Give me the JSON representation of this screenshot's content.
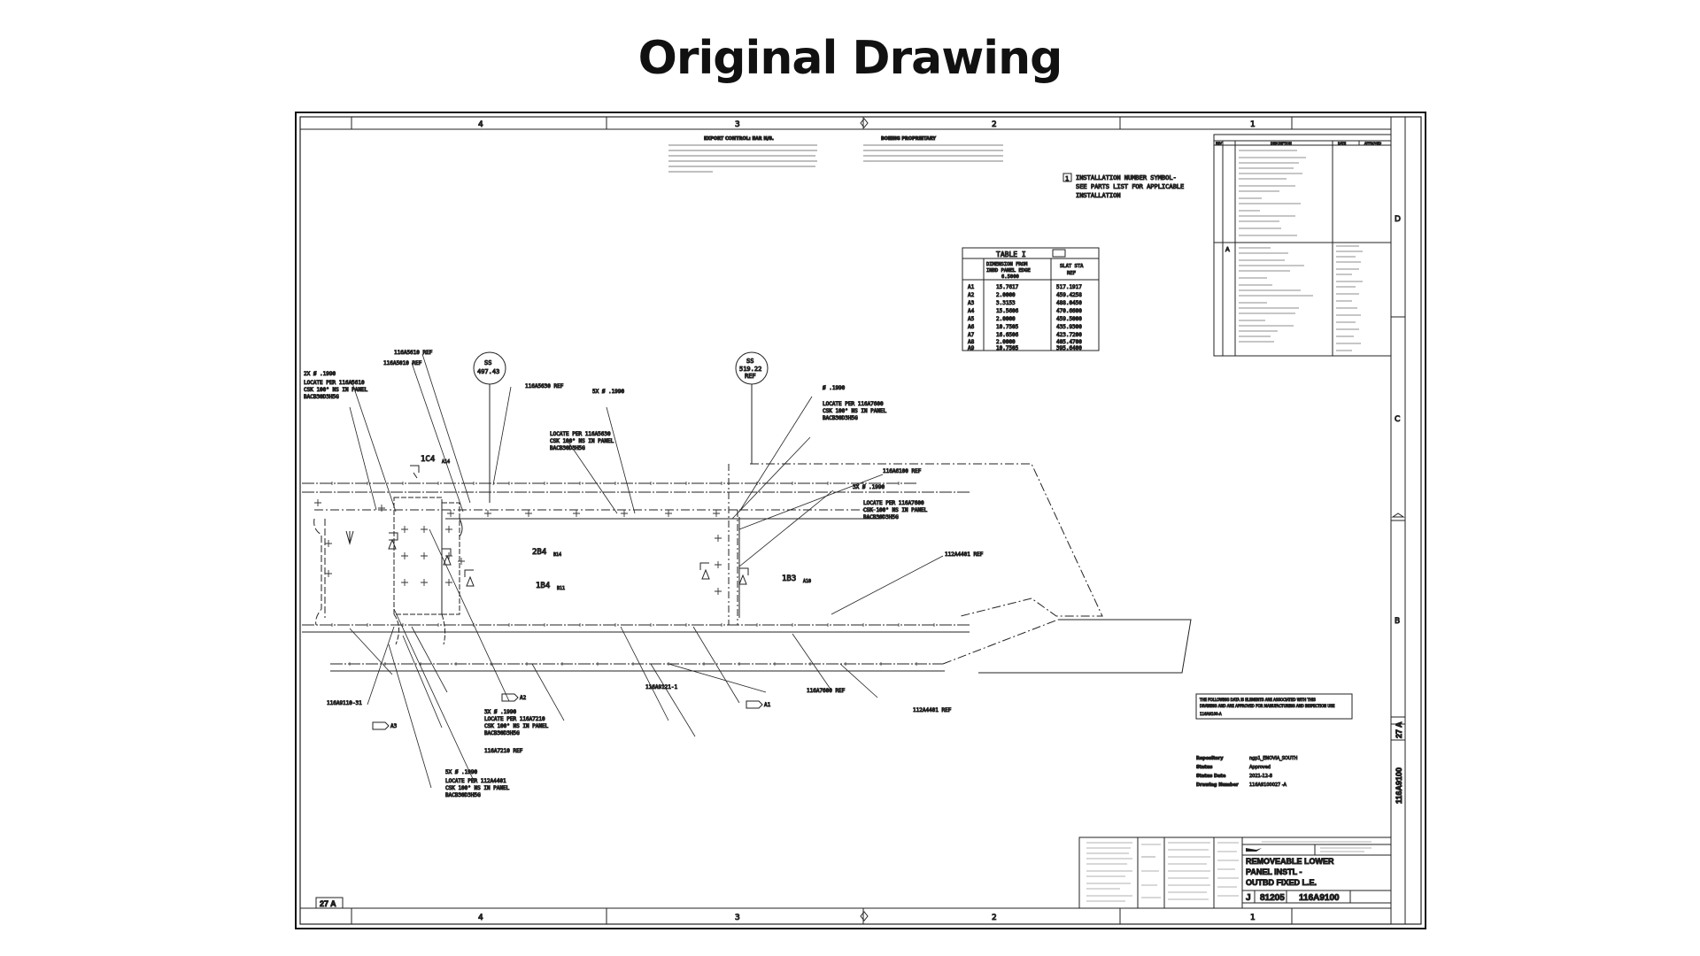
{
  "title": "Original Drawing",
  "border": {
    "columns": [
      "4",
      "3",
      "2",
      "1"
    ],
    "rows": [
      "D",
      "C",
      "B"
    ]
  },
  "notes": {
    "export_heading": "EXPORT CONTROL: EAR N/S.",
    "proprietary_heading": "BOEING PROPRIETARY",
    "installation_note_1": "INSTALLATION NUMBER SYMBOL-",
    "installation_note_2": "SEE PARTS LIST FOR APPLICABLE",
    "installation_note_3": "INSTALLATION",
    "installation_symbol": "1"
  },
  "table": {
    "title": "TABLE I",
    "col1": "",
    "col2_1": "DIMENSION FROM",
    "col2_2": "INBD PANEL EDGE",
    "col2_3": "6.5000",
    "col3_1": "SLAT STA",
    "col3_2": "REF",
    "rows": [
      [
        "A1",
        "15.7617",
        "517.1917"
      ],
      [
        "A2",
        "2.0000",
        "459.4258"
      ],
      [
        "A3",
        "3.3153",
        "488.0450"
      ],
      [
        "A4",
        "15.5606",
        "470.6600"
      ],
      [
        "A5",
        "2.0000",
        "459.5000"
      ],
      [
        "A6",
        "10.7505",
        "435.9300"
      ],
      [
        "A7",
        "16.6506",
        "423.7200"
      ],
      [
        "A8",
        "2.0000",
        "405.4700"
      ],
      [
        "A9",
        "10.7505",
        "395.6400"
      ]
    ]
  },
  "stations": {
    "left_label": "SS",
    "left_value": "497.43",
    "right_label": "SS",
    "right_value": "519.22",
    "right_ref": "REF"
  },
  "callouts": {
    "ref_116a5610": "116A5610 REF",
    "ref_116a5010": "116A5010 REF",
    "ref_116a5630": "116A5630 REF",
    "ref_116a6100": "116A6100 REF",
    "ref_112a4401_top": "112A4401 REF",
    "ref_112a4401_bot": "112A4401 REF",
    "ref_116a7600": "116A7600 REF",
    "part_116a9121": "116A9121-1",
    "part_116a9110": "116A9110-31",
    "part_116a7210": "116A7210 REF",
    "zone_1c4": "1C4",
    "zone_1c4_sub": "A14",
    "zone_2b4": "2B4",
    "zone_2b4_sub": "B14",
    "zone_1b4": "1B4",
    "zone_1b4_sub": "B11",
    "zone_1b3": "1B3",
    "zone_1b3_sub": "A10",
    "hole_note_a_1": "2X Ø .1990",
    "hole_note_a_2": "LOCATE PER 116A5610",
    "hole_note_a_3": "CSK 100° NS IN PANEL",
    "hole_note_a_4": "BACB30D3H5G",
    "hole_note_b_1": "5X Ø .1990",
    "hole_note_b_2": "LOCATE PER 116A5630",
    "hole_note_b_3": "CSK 100° NS IN PANEL",
    "hole_note_b_4": "BACB30D3H5G",
    "hole_note_c_1": "Ø .1990",
    "hole_note_c_2": "LOCATE PER 116A7600",
    "hole_note_c_3": "CSK 100° NS IN PANEL",
    "hole_note_c_4": "BACB30D3H5G",
    "hole_note_d_1": "3X Ø .1990",
    "hole_note_d_2": "LOCATE PER 116A7600",
    "hole_note_d_3": "CSK 100° NS IN PANEL",
    "hole_note_d_4": "BACB30D3H5G",
    "hole_note_e_1": "3X Ø .1990",
    "hole_note_e_2": "LOCATE PER 116A7210",
    "hole_note_e_3": "CSK 100° NS IN PANEL",
    "hole_note_e_4": "BACB30D3H5G",
    "hole_note_f_1": "5X Ø .1990",
    "hole_note_f_2": "LOCATE PER 112A4401",
    "hole_note_f_3": "CSK 100° NS IN PANEL",
    "hole_note_f_4": "BACB30D3H5G",
    "tag_a1": "A1",
    "tag_a2": "A2",
    "tag_a3": "A3"
  },
  "info_block": {
    "data_note_1": "THE FOLLOWING DATA IS ELEMENTS ARE ASSOCIATED WITH THIS",
    "data_note_2": "DRAWING AND ARE APPROVED FOR MANUFACTURING AND INSPECTION USE",
    "data_note_3": "116A9100-A",
    "repository_label": "Repository",
    "repository_value": "ngp1_ENOVIA_SOUTH",
    "status_label": "Status",
    "status_value": "Approved",
    "status_date_label": "Status Date",
    "status_date_value": "2021-12-8",
    "drawing_number_label": "Drawing Number",
    "drawing_number_value": "116A9100027 -A"
  },
  "title_block": {
    "name_1": "REMOVEABLE LOWER",
    "name_2": "PANEL INSTL -",
    "name_3": "OUTBD FIXED L.E.",
    "size": "J",
    "cage": "81205",
    "dwg_no": "116A9100",
    "side_dwg_no": "116A9100",
    "sheet_tag": "27 A",
    "corner_tag": "27 A"
  },
  "revisions": {
    "header_rev": "REV",
    "header_description": "DESCRIPTION",
    "header_date": "DATE",
    "header_approved": "APPROVED",
    "rev_letter": "A"
  }
}
